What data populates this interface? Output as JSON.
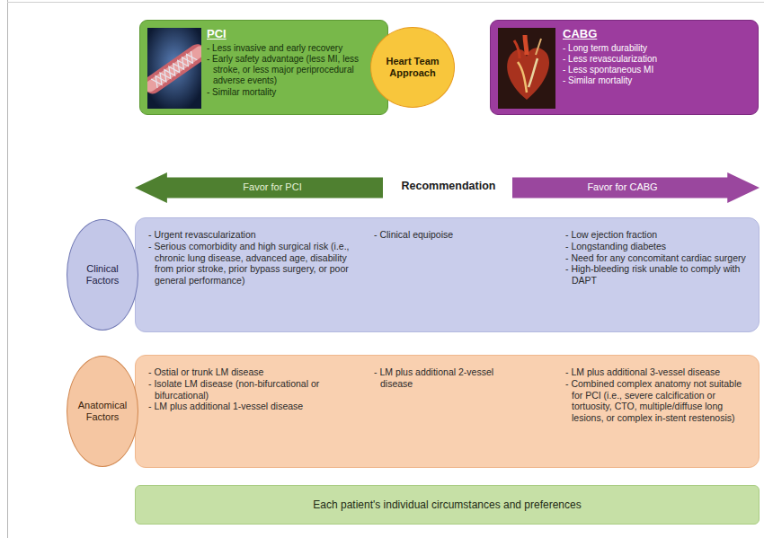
{
  "diagram": {
    "nodes": [
      {
        "text": [
          "PCI",
          "- Less invasive and early recovery",
          "- Early safety advantage (less MI, less stroke, or less major periprocedural adverse events)",
          "- Similar mortality"
        ]
      },
      {
        "text": [
          "Heart Team Approach"
        ]
      },
      {
        "text": [
          "CABG",
          "- Long term durability",
          "- Less revascularization",
          "- Less spontaneous MI",
          "- Similar mortality"
        ]
      },
      {
        "text": [
          "Favor for PCI"
        ]
      },
      {
        "text": [
          "Favor for CABG"
        ]
      },
      {
        "text": [
          "Clinical Factors"
        ]
      },
      {
        "text": [
          "- Urgent revascularization",
          "- Serious comorbidity and high surgical risk (i.e., chronic lung disease, advanced age, disability from prior stroke, prior bypass surgery, or poor general performance)",
          "- Clinical equipoise",
          "- Low ejection fraction",
          "- Longstanding diabetes",
          "- Need for any concomitant cardiac surgery",
          "- High-bleeding risk unable to comply with DAPT"
        ]
      },
      {
        "text": [
          "Anatomical Factors"
        ]
      },
      {
        "text": [
          "- Ostial or trunk LM disease",
          "- Isolate LM disease (non-bifurcational or bifurcational)",
          "- LM plus additional 1-vessel disease",
          "- LM plus additional 2-vessel disease",
          "- LM plus additional 3-vessel disease",
          "- Combined complex anatomy not suitable for PCI (i.e., severe calcification or tortuosity, CTO, multiple/diffuse long lesions, or complex in-stent restenosis)"
        ]
      },
      {
        "text": [
          "Each patient's individual circumstances and preferences"
        ]
      }
    ],
    "labels": [
      "Recommendation"
    ]
  }
}
